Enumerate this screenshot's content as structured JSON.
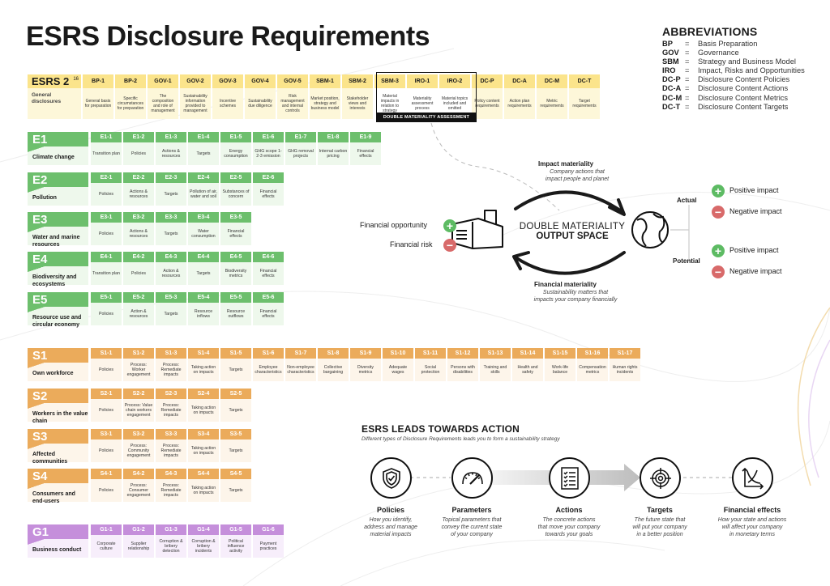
{
  "title": "ESRS Disclosure Requirements",
  "abbreviations": {
    "heading": "ABBREVIATIONS",
    "items": [
      {
        "key": "BP",
        "value": "Basis Preparation"
      },
      {
        "key": "GOV",
        "value": "Governance"
      },
      {
        "key": "SBM",
        "value": "Strategy and Business Model"
      },
      {
        "key": "IRO",
        "value": "Impact, Risks and Opportunities"
      },
      {
        "key": "DC-P",
        "value": "Disclosure Content Policies"
      },
      {
        "key": "DC-A",
        "value": "Disclosure Content Actions"
      },
      {
        "key": "DC-M",
        "value": "Disclosure Content Metrics"
      },
      {
        "key": "DC-T",
        "value": "Disclosure Content Targets"
      }
    ]
  },
  "esrs2": {
    "code": "ESRS 2",
    "count": "16",
    "name": "General disclosures",
    "items": [
      {
        "code": "BP-1",
        "desc": "General basis for preparation"
      },
      {
        "code": "BP-2",
        "desc": "Specific circumstances for preparation"
      },
      {
        "code": "GOV-1",
        "desc": "The composition and role of management"
      },
      {
        "code": "GOV-2",
        "desc": "Sustainability information provided to management"
      },
      {
        "code": "GOV-3",
        "desc": "Incentive schemes"
      },
      {
        "code": "GOV-4",
        "desc": "Sustainability due diligence"
      },
      {
        "code": "GOV-5",
        "desc": "Risk management and internal controls"
      },
      {
        "code": "SBM-1",
        "desc": "Market position, strategy and business model"
      },
      {
        "code": "SBM-2",
        "desc": "Stakeholder views and interests"
      },
      {
        "code": "SBM-3",
        "desc": "Material impacts in relation to strategy"
      },
      {
        "code": "IRO-1",
        "desc": "Materiality assessment process"
      },
      {
        "code": "IRO-2",
        "desc": "Material topics included and omitted"
      },
      {
        "code": "DC-P",
        "desc": "Policy content requirements"
      },
      {
        "code": "DC-A",
        "desc": "Action plan requirements"
      },
      {
        "code": "DC-M",
        "desc": "Metric requirements"
      },
      {
        "code": "DC-T",
        "desc": "Target requirements"
      }
    ],
    "dma_label": "DOUBLE MATERIALITY ASSESSMENT"
  },
  "standards": [
    {
      "code": "E1",
      "name": "Climate change",
      "theme": "green",
      "items": [
        {
          "code": "E1-1",
          "desc": "Transition plan"
        },
        {
          "code": "E1-2",
          "desc": "Policies"
        },
        {
          "code": "E1-3",
          "desc": "Actions & resources"
        },
        {
          "code": "E1-4",
          "desc": "Targets"
        },
        {
          "code": "E1-5",
          "desc": "Energy consumption"
        },
        {
          "code": "E1-6",
          "desc": "GHG scope 1-2-3 emission"
        },
        {
          "code": "E1-7",
          "desc": "GHG removal projects"
        },
        {
          "code": "E1-8",
          "desc": "Internal carbon pricing"
        },
        {
          "code": "E1-9",
          "desc": "Financial effects"
        }
      ]
    },
    {
      "code": "E2",
      "name": "Pollution",
      "theme": "green",
      "items": [
        {
          "code": "E2-1",
          "desc": "Policies"
        },
        {
          "code": "E2-2",
          "desc": "Actions & resources"
        },
        {
          "code": "E2-3",
          "desc": "Targets"
        },
        {
          "code": "E2-4",
          "desc": "Pollution of air, water and soil"
        },
        {
          "code": "E2-5",
          "desc": "Substances of concern"
        },
        {
          "code": "E2-6",
          "desc": "Financial effects"
        }
      ]
    },
    {
      "code": "E3",
      "name": "Water and marine resources",
      "theme": "green",
      "items": [
        {
          "code": "E3-1",
          "desc": "Policies"
        },
        {
          "code": "E3-2",
          "desc": "Actions & resources"
        },
        {
          "code": "E3-3",
          "desc": "Targets"
        },
        {
          "code": "E3-4",
          "desc": "Water consumption"
        },
        {
          "code": "E3-5",
          "desc": "Financial effects"
        }
      ]
    },
    {
      "code": "E4",
      "name": "Biodiversity and ecosystems",
      "theme": "green",
      "items": [
        {
          "code": "E4-1",
          "desc": "Transition plan"
        },
        {
          "code": "E4-2",
          "desc": "Policies"
        },
        {
          "code": "E4-3",
          "desc": "Action & resources"
        },
        {
          "code": "E4-4",
          "desc": "Targets"
        },
        {
          "code": "E4-5",
          "desc": "Biodiversity metrics"
        },
        {
          "code": "E4-6",
          "desc": "Financial effects"
        }
      ]
    },
    {
      "code": "E5",
      "name": "Resource use and circular economy",
      "theme": "green",
      "items": [
        {
          "code": "E5-1",
          "desc": "Policies"
        },
        {
          "code": "E5-2",
          "desc": "Action & resources"
        },
        {
          "code": "E5-3",
          "desc": "Targets"
        },
        {
          "code": "E5-4",
          "desc": "Resource inflows"
        },
        {
          "code": "E5-5",
          "desc": "Resource outflows"
        },
        {
          "code": "E5-6",
          "desc": "Financial effects"
        }
      ]
    },
    {
      "code": "S1",
      "name": "Own workforce",
      "theme": "orange",
      "items": [
        {
          "code": "S1-1",
          "desc": "Policies"
        },
        {
          "code": "S1-2",
          "desc": "Process: Worker engagement"
        },
        {
          "code": "S1-3",
          "desc": "Process: Remediate impacts"
        },
        {
          "code": "S1-4",
          "desc": "Taking action on impacts"
        },
        {
          "code": "S1-5",
          "desc": "Targets"
        },
        {
          "code": "S1-6",
          "desc": "Employee characteristics"
        },
        {
          "code": "S1-7",
          "desc": "Non-employee characteristics"
        },
        {
          "code": "S1-8",
          "desc": "Collective bargaining"
        },
        {
          "code": "S1-9",
          "desc": "Diversity metrics"
        },
        {
          "code": "S1-10",
          "desc": "Adequate wages"
        },
        {
          "code": "S1-11",
          "desc": "Social protection"
        },
        {
          "code": "S1-12",
          "desc": "Persons with disabilities"
        },
        {
          "code": "S1-13",
          "desc": "Training and skills"
        },
        {
          "code": "S1-14",
          "desc": "Health and safety"
        },
        {
          "code": "S1-15",
          "desc": "Work-life balance"
        },
        {
          "code": "S1-16",
          "desc": "Compensation metrics"
        },
        {
          "code": "S1-17",
          "desc": "Human rights incidents"
        }
      ]
    },
    {
      "code": "S2",
      "name": "Workers in the value chain",
      "theme": "orange",
      "items": [
        {
          "code": "S2-1",
          "desc": "Policies"
        },
        {
          "code": "S2-2",
          "desc": "Process: Value chain workers engagement"
        },
        {
          "code": "S2-3",
          "desc": "Process: Remediate impacts"
        },
        {
          "code": "S2-4",
          "desc": "Taking action on impacts"
        },
        {
          "code": "S2-5",
          "desc": "Targets"
        }
      ]
    },
    {
      "code": "S3",
      "name": "Affected communities",
      "theme": "orange",
      "items": [
        {
          "code": "S3-1",
          "desc": "Policies"
        },
        {
          "code": "S3-2",
          "desc": "Process: Community engagement"
        },
        {
          "code": "S3-3",
          "desc": "Process: Remediate impacts"
        },
        {
          "code": "S3-4",
          "desc": "Taking action on impacts"
        },
        {
          "code": "S3-5",
          "desc": "Targets"
        }
      ]
    },
    {
      "code": "S4",
      "name": "Consumers and end-users",
      "theme": "orange",
      "items": [
        {
          "code": "S4-1",
          "desc": "Policies"
        },
        {
          "code": "S4-2",
          "desc": "Process: Consumer engagement"
        },
        {
          "code": "S4-3",
          "desc": "Process: Remediate impacts"
        },
        {
          "code": "S4-4",
          "desc": "Taking action on impacts"
        },
        {
          "code": "S4-5",
          "desc": "Targets"
        }
      ]
    },
    {
      "code": "G1",
      "name": "Business conduct",
      "theme": "purple",
      "items": [
        {
          "code": "G1-1",
          "desc": "Corporate culture"
        },
        {
          "code": "G1-2",
          "desc": "Supplier relationship"
        },
        {
          "code": "G1-3",
          "desc": "Corruption & bribery detection"
        },
        {
          "code": "G1-4",
          "desc": "Corruption & bribery incidents"
        },
        {
          "code": "G1-5",
          "desc": "Political influence activity"
        },
        {
          "code": "G1-6",
          "desc": "Payment practices"
        }
      ]
    }
  ],
  "double_materiality": {
    "center_line1": "DOUBLE MATERIALITY",
    "center_line2": "OUTPUT SPACE",
    "impact_title": "Impact materiality",
    "impact_desc1": "Company actions that",
    "impact_desc2": "impact people and planet",
    "financial_title": "Financial materiality",
    "financial_desc1": "Sustainability matters that",
    "financial_desc2": "impacts your company financially",
    "financial_opportunity": "Financial opportunity",
    "financial_risk": "Financial risk",
    "actual": "Actual",
    "potential": "Potential",
    "positive": "Positive impact",
    "negative": "Negative impact",
    "colors": {
      "positive": "#5dbb63",
      "negative": "#d86a6a"
    }
  },
  "action": {
    "title": "ESRS LEADS TOWARDS ACTION",
    "subtitle": "Different types of Disclosure Requirements leads you to form a sustainability strategy",
    "steps": [
      {
        "icon": "shield-check-icon",
        "title": "Policies",
        "desc": [
          "How you identify,",
          "address and manage",
          "material impacts"
        ]
      },
      {
        "icon": "gauge-icon",
        "title": "Parameters",
        "desc": [
          "Topical parameters that",
          "convey the current state",
          "of your company"
        ]
      },
      {
        "icon": "checklist-icon",
        "title": "Actions",
        "desc": [
          "The concrete actions",
          "that move your company",
          "towards your goals"
        ]
      },
      {
        "icon": "target-icon",
        "title": "Targets",
        "desc": [
          "The future state that",
          "will put your company",
          "in a better position"
        ]
      },
      {
        "icon": "chart-icon",
        "title": "Financial effects",
        "desc": [
          "How your state and actions",
          "will affect your company",
          "in monetary terms"
        ]
      }
    ]
  }
}
